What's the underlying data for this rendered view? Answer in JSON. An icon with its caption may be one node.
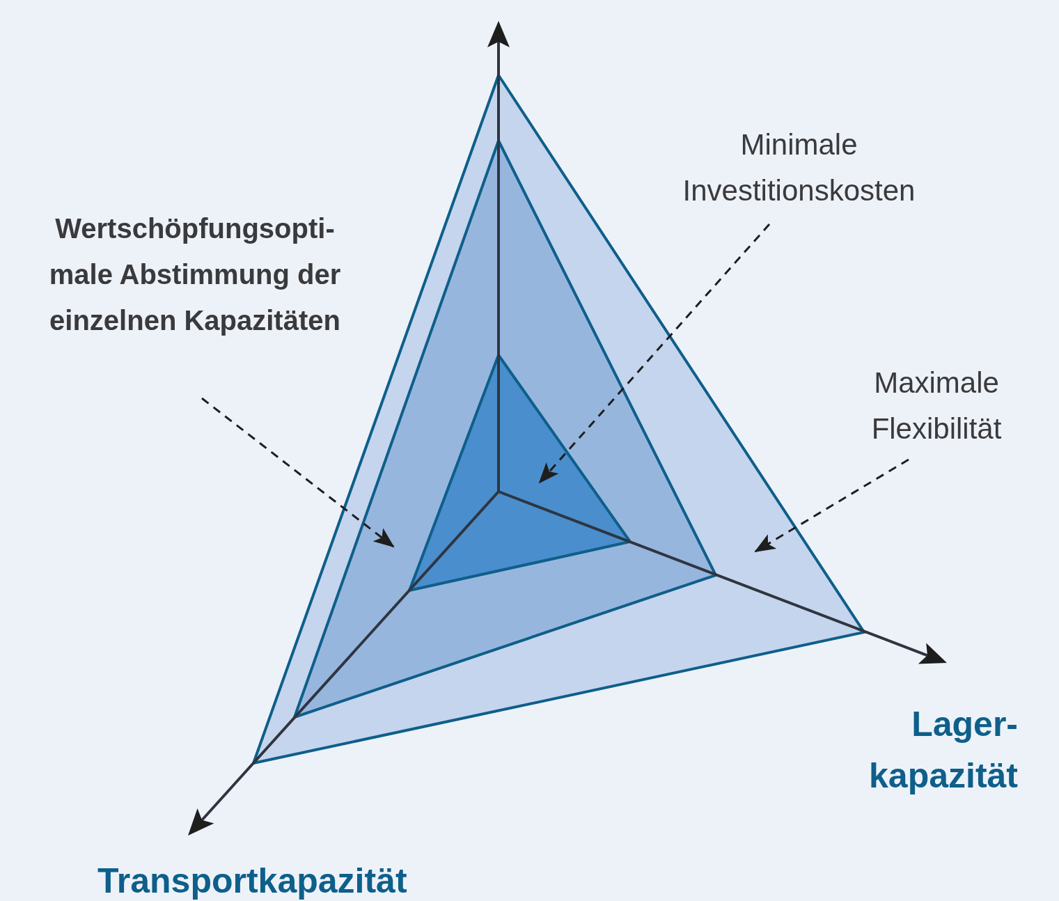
{
  "diagram": {
    "nodes": [
      {
        "text": [
          "Wertschöpfungsopti- male Abstimmung der einzelnen Kapazitäten"
        ]
      },
      {
        "text": [
          "Minimale Investitionskosten"
        ]
      },
      {
        "text": [
          "Maximale Flexibilität"
        ]
      },
      {
        "text": [],
        "shape": "triangle"
      },
      {
        "text": [],
        "shape": "triangle",
        "in": 3
      },
      {
        "text": [],
        "shape": "triangle",
        "in": 4
      }
    ],
    "edges": [
      {
        "from": 0,
        "to": 4,
        "arrow": "to",
        "style": "dashed"
      },
      {
        "from": 1,
        "to": 5,
        "arrow": "to",
        "style": "dashed"
      },
      {
        "from": 2,
        "to": 3,
        "arrow": "to",
        "style": "dashed"
      }
    ],
    "labels": [
      "Lager- kapazität",
      "Transportkapazität"
    ]
  }
}
